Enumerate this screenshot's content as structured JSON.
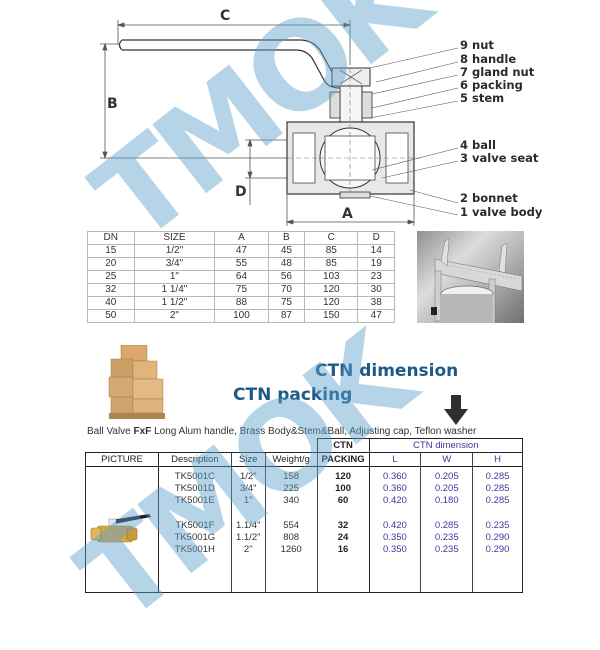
{
  "diagram": {
    "dimension_labels": {
      "a": "A",
      "b": "B",
      "c": "C",
      "d": "D"
    },
    "parts": [
      {
        "num": "9",
        "name": "nut"
      },
      {
        "num": "8",
        "name": "handle"
      },
      {
        "num": "7",
        "name": "gland nut"
      },
      {
        "num": "6",
        "name": "packing"
      },
      {
        "num": "5",
        "name": "stem"
      },
      {
        "num": "4",
        "name": "ball"
      },
      {
        "num": "3",
        "name": "valve seat"
      },
      {
        "num": "2",
        "name": "bonnet"
      },
      {
        "num": "1",
        "name": "valve body"
      }
    ],
    "part_labels": [
      "9 nut",
      "8 handle",
      "7 gland nut",
      "6 packing",
      "5 stem",
      "4 ball",
      "3 valve seat",
      "2 bonnet",
      "1 valve body"
    ]
  },
  "dimension_table": {
    "headers": [
      "DN",
      "SIZE",
      "A",
      "B",
      "C",
      "D"
    ],
    "rows": [
      [
        "15",
        "1/2\"",
        "47",
        "45",
        "85",
        "14"
      ],
      [
        "20",
        "3/4\"",
        "55",
        "48",
        "85",
        "19"
      ],
      [
        "25",
        "1\"",
        "64",
        "56",
        "103",
        "23"
      ],
      [
        "32",
        "1 1/4\"",
        "75",
        "70",
        "120",
        "30"
      ],
      [
        "40",
        "1 1/2\"",
        "88",
        "75",
        "120",
        "38"
      ],
      [
        "50",
        "2\"",
        "100",
        "87",
        "150",
        "47"
      ]
    ]
  },
  "images": {
    "caliper_photo": "caliper measuring valve",
    "boxes_photo": "cartons on pallet",
    "valve_photo": "brass ball valve with black handle"
  },
  "packing": {
    "ctn_dimension_title": "CTN dimension",
    "ctn_packing_title": "CTN packing",
    "arrow_icon": "down-arrow",
    "description_pre": "Ball Valve ",
    "description_bold": "FxF",
    "description_post": " Long Alum handle, Brass Body&Stem&Ball, Adjusting cap, Teflon washer"
  },
  "product_table": {
    "group_headers": {
      "ctn": "CTN",
      "ctn_dimension": "CTN dimension"
    },
    "headers": [
      "PICTURE",
      "Description",
      "Size",
      "Weight/g",
      "PACKING",
      "L",
      "W",
      "H"
    ],
    "rows": [
      {
        "description": "TK5001C",
        "size": "1/2\"",
        "weight": "158",
        "packing": "120",
        "l": "0.360",
        "w": "0.205",
        "h": "0.285"
      },
      {
        "description": "TK5001D",
        "size": "3/4\"",
        "weight": "225",
        "packing": "100",
        "l": "0.360",
        "w": "0.205",
        "h": "0.285"
      },
      {
        "description": "TK5001E",
        "size": "1\"",
        "weight": "340",
        "packing": "60",
        "l": "0.420",
        "w": "0.180",
        "h": "0.285"
      },
      {
        "description": "TK5001F",
        "size": "1.1/4\"",
        "weight": "554",
        "packing": "32",
        "l": "0.420",
        "w": "0.285",
        "h": "0.235"
      },
      {
        "description": "TK5001G",
        "size": "1.1/2\"",
        "weight": "808",
        "packing": "24",
        "l": "0.350",
        "w": "0.235",
        "h": "0.290"
      },
      {
        "description": "TK5001H",
        "size": "2\"",
        "weight": "1260",
        "packing": "16",
        "l": "0.350",
        "w": "0.235",
        "h": "0.290"
      }
    ]
  },
  "watermark": {
    "text": "TMOK",
    "color": "#5da0cd"
  },
  "colors": {
    "headline": "#1d5a86",
    "ctn_values": "#3a3aa0"
  }
}
